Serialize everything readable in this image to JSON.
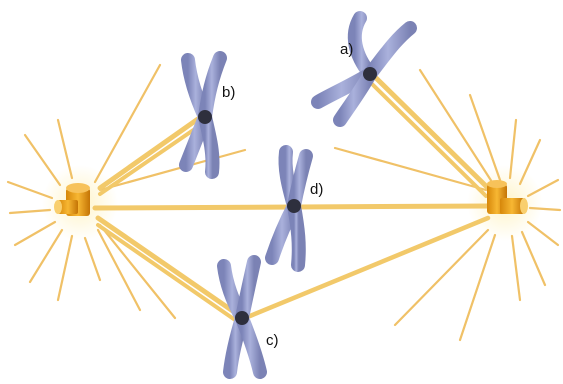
{
  "labels": {
    "a": "a)",
    "b": "b)",
    "c": "c)",
    "d": "d)"
  },
  "colors": {
    "background": "#ffffff",
    "spindle_fiber": "#f2c96a",
    "astral_ray": "#f0c167",
    "centrosome": "#f2a51a",
    "centrosome_dark": "#c97a07",
    "chromatid": "#8f97c6",
    "chromatid_highlight": "#b3b9e0",
    "centromere": "#2e2f3d",
    "label_text": "#111111"
  },
  "components": [
    "left-centrosome",
    "right-centrosome",
    "chromosome-a",
    "chromosome-b",
    "chromosome-c",
    "chromosome-d"
  ]
}
